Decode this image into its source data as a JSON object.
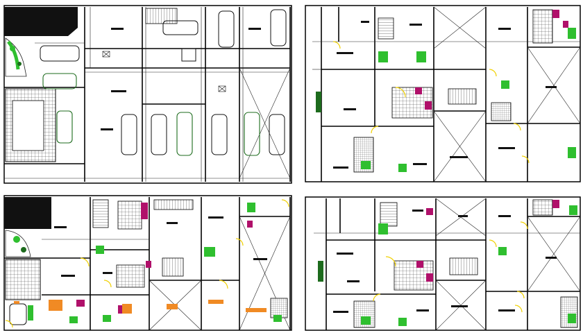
{
  "drawing": {
    "sheets": [
      {
        "id": "sheet-ground-floor-parking",
        "quadrant": "top-left"
      },
      {
        "id": "sheet-typical-floor-a",
        "quadrant": "top-right"
      },
      {
        "id": "sheet-first-floor",
        "quadrant": "bottom-left"
      },
      {
        "id": "sheet-typical-floor-b",
        "quadrant": "bottom-right"
      }
    ],
    "colors": {
      "wall": "#000000",
      "thin_line": "#222222",
      "tile_grid": "#333333",
      "magenta": "#b0106a",
      "green": "#2fbf2f",
      "dark_green": "#1d6b1d",
      "yellow": "#f0d000",
      "orange": "#f08a24",
      "black_fill": "#111111",
      "background": "#ffffff"
    },
    "parking": {
      "car_count_top_row": 4,
      "car_count_bottom_row": 7
    },
    "tags": [
      "room-tag"
    ]
  }
}
